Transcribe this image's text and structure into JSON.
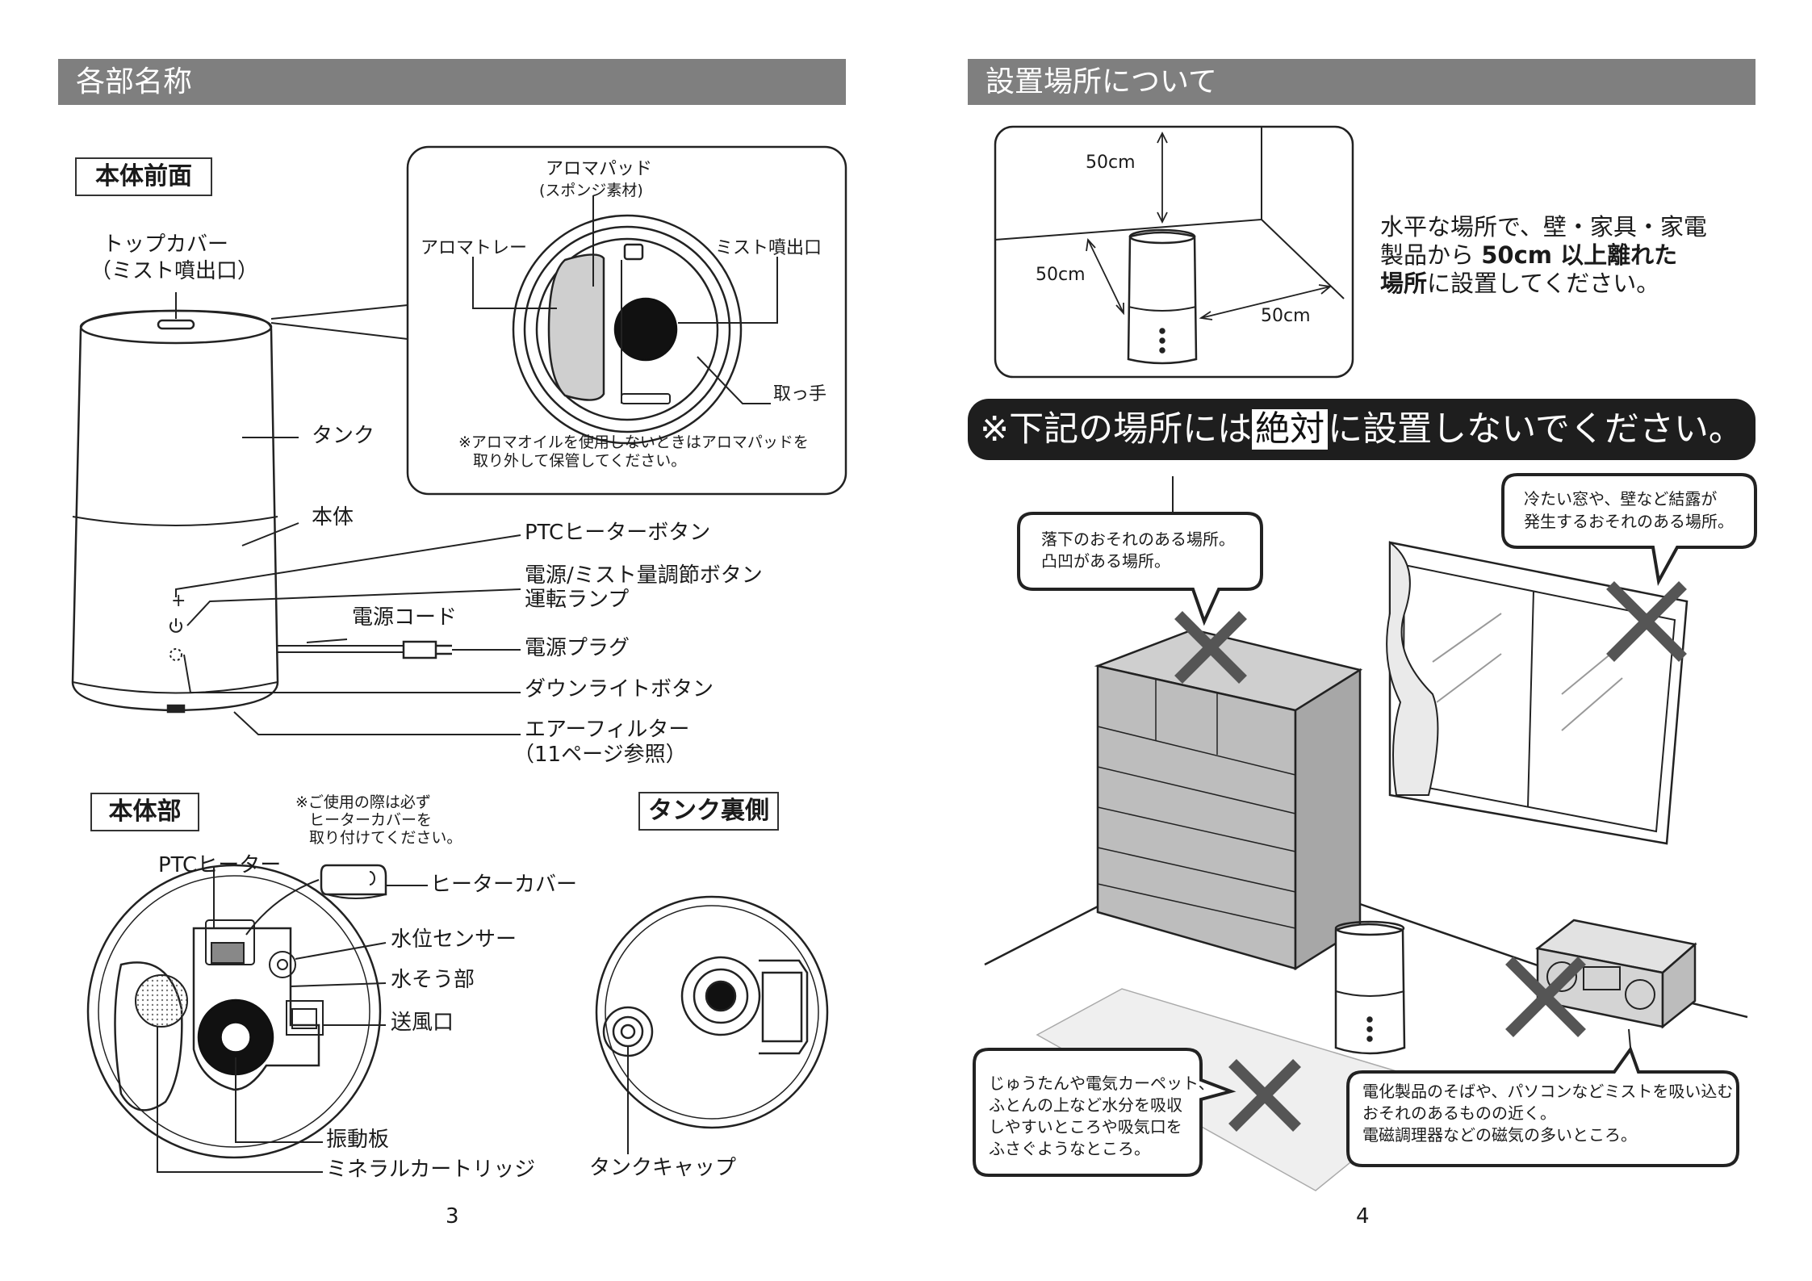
{
  "left": {
    "header": "各部名称",
    "front_label": "本体前面",
    "top_cover": "トップカバー",
    "top_cover_sub": "（ミスト噴出口）",
    "aroma_pad": "アロマパッド",
    "aroma_pad_sub": "(スポンジ素材)",
    "aroma_tray": "アロマトレー",
    "mist_outlet": "ミスト噴出口",
    "handle": "取っ手",
    "aroma_note_1": "※アロマオイルを使用しないときはアロマパッドを",
    "aroma_note_2": "取り外して保管してください。",
    "tank": "タンク",
    "body": "本体",
    "ptc_button": "PTCヒーターボタン",
    "power_button": "電源/ミスト量調節ボタン",
    "run_lamp": "運転ランプ",
    "power_cord": "電源コード",
    "power_plug": "電源プラグ",
    "downlight_button": "ダウンライトボタン",
    "air_filter": "エアーフィルター",
    "air_filter_ref": "（11ページ参照）",
    "base_label": "本体部",
    "base_note_1": "※ご使用の際は必ず",
    "base_note_2": "ヒーターカバーを",
    "base_note_3": "取り付けてください。",
    "ptc_heater": "PTCヒーター",
    "heater_cover": "ヒーターカバー",
    "water_sensor": "水位センサー",
    "water_tank_part": "水そう部",
    "air_outlet": "送風口",
    "vibration_plate": "振動板",
    "mineral_cartridge": "ミネラルカートリッジ",
    "tank_back_label": "タンク裏側",
    "tank_cap": "タンクキャップ",
    "page_number": "3"
  },
  "right": {
    "header": "設置場所について",
    "dim_top": "50cm",
    "dim_left": "50cm",
    "dim_right": "50cm",
    "placement_1": "水平な場所で、壁・家具・家電",
    "placement_2_a": "製品から",
    "placement_2_b": "50cm 以上離れた",
    "placement_3_a": "場所",
    "placement_3_b": "に設置してください。",
    "banner_a": "※下記の場所には",
    "banner_b": "絶対",
    "banner_c": "に設置しないでください。",
    "warn_fall_1": "落下のおそれのある場所。",
    "warn_fall_2": "凸凹がある場所。",
    "warn_window_1": "冷たい窓や、壁など結露が",
    "warn_window_2": "発生するおそれのある場所。",
    "warn_carpet_1": "じゅうたんや電気カーペット、",
    "warn_carpet_2": "ふとんの上など水分を吸収",
    "warn_carpet_3": "しやすいところや吸気口を",
    "warn_carpet_4": "ふさぐようなところ。",
    "warn_electric_1": "電化製品のそばや、パソコンなどミストを吸い込む",
    "warn_electric_2": "おそれのあるものの近く。",
    "warn_electric_3": "電磁調理器などの磁気の多いところ。",
    "page_number": "4"
  },
  "colors": {
    "header_bg": "#7f7f7f",
    "banner_bg": "#1e1e1e",
    "cross": "#555555",
    "aroma_pad_fill": "#cfcfcf"
  }
}
